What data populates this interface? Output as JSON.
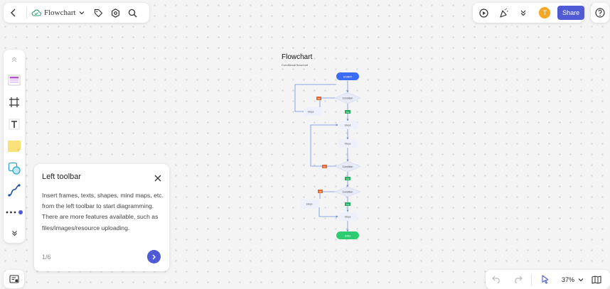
{
  "header": {
    "doc_name": "Flowchart",
    "share_label": "Share",
    "avatar_initial": "T"
  },
  "tooltip": {
    "title": "Left toolbar",
    "body": "Insert frames, texts, shapes, mind maps, etc. from the left toolbar to start diagramming. There are more features available, such as files/images/resource uploading.",
    "page": "1/6"
  },
  "bottom": {
    "zoom": "37%"
  },
  "canvas": {
    "title": "Flowchart",
    "subtitle": "Conditional flowchart",
    "nodes": {
      "start": "START",
      "end": "END",
      "condition": "Condition",
      "steps": "Steps"
    },
    "labels": {
      "yes": "Yes",
      "no": "No"
    }
  },
  "colors": {
    "accent": "#4f5bd5",
    "start": "#3b6cf6",
    "end": "#2ecc71",
    "yes": "#27ae60",
    "no": "#e8662e",
    "connector": "#6d8fe0"
  }
}
